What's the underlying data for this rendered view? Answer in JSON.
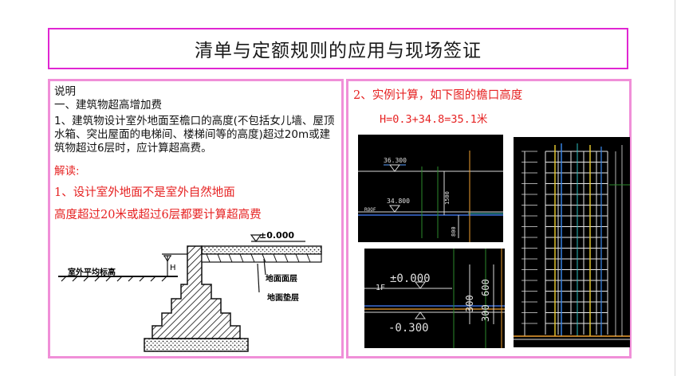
{
  "title": "清单与定额规则的应用与现场签证",
  "left": {
    "heading": "说明",
    "subheading": "一、建筑物超高增加费",
    "paragraph": "1、建筑物设计室外地面至檐口的高度(不包括女儿墙、屋顶水箱、突出屋面的电梯间、楼梯间等的高度)超过20m或建筑物超过6层时，应计算超高费。",
    "interpret": "解读:",
    "point1": "1、设计室外地面不是室外自然地面",
    "point2": "高度超过20米或超过6层都要计算超高费",
    "diagram": {
      "label_level": "±0.000",
      "label_outdoor": "室外平均标高",
      "label_surface": "地面面层",
      "label_base": "地面垫层",
      "label_h": "H"
    }
  },
  "right": {
    "heading": "2、实例计算，如下图的檐口高度",
    "formula": "H=0.3+34.8=35.1米",
    "cad_top": {
      "elev1": "36.300",
      "elev2": "34.800",
      "roof": "ROOF",
      "dim1": "1500",
      "dim2": "800"
    },
    "cad_bottom": {
      "elev1": "±0.000",
      "elev2": "-0.300",
      "floor": "1F",
      "dim1": "300",
      "dim2": "300",
      "dim3": "600"
    }
  },
  "colors": {
    "title_border": "#e026d2",
    "panel_border": "#f08fd8",
    "red_text": "#e62222",
    "cad_background": "#000000"
  }
}
